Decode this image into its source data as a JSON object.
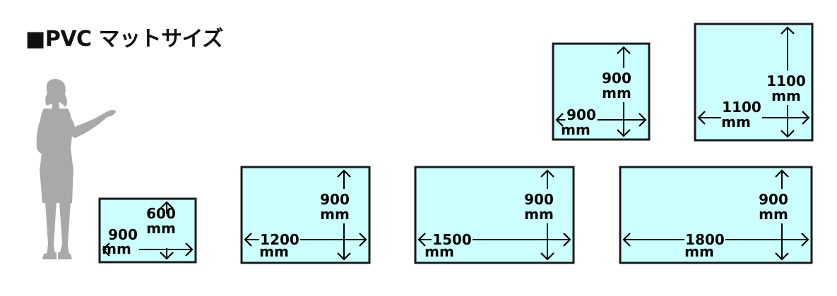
{
  "title": "■PVC マットサイズ",
  "colors": {
    "mat_fill": "#ccffff",
    "mat_border": "#1a1a1a",
    "figure": "#a9a9a9",
    "text": "#000000"
  },
  "mats": [
    {
      "id": "900x600",
      "width_label": "900",
      "height_label": "600",
      "unit": "mm"
    },
    {
      "id": "1200x900",
      "width_label": "1200",
      "height_label": "900",
      "unit": "mm"
    },
    {
      "id": "1500x900",
      "width_label": "1500",
      "height_label": "900",
      "unit": "mm"
    },
    {
      "id": "1800x900",
      "width_label": "1800",
      "height_label": "900",
      "unit": "mm"
    },
    {
      "id": "900x900",
      "width_label": "900",
      "height_label": "900",
      "unit": "mm"
    },
    {
      "id": "1100x1100",
      "width_label": "1100",
      "height_label": "1100",
      "unit": "mm"
    }
  ]
}
